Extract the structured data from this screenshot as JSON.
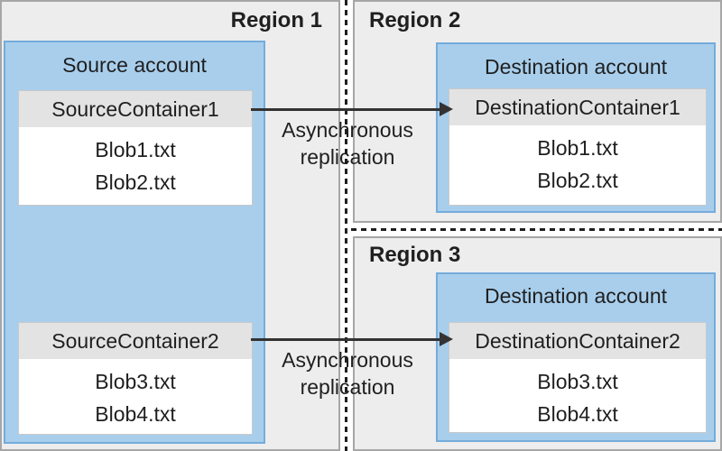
{
  "regions": {
    "region1": {
      "label": "Region 1",
      "account": {
        "title": "Source account",
        "containers": [
          {
            "name": "SourceContainer1",
            "blobs": [
              "Blob1.txt",
              "Blob2.txt"
            ]
          },
          {
            "name": "SourceContainer2",
            "blobs": [
              "Blob3.txt",
              "Blob4.txt"
            ]
          }
        ]
      }
    },
    "region2": {
      "label": "Region 2",
      "account": {
        "title": "Destination account",
        "containers": [
          {
            "name": "DestinationContainer1",
            "blobs": [
              "Blob1.txt",
              "Blob2.txt"
            ]
          }
        ]
      }
    },
    "region3": {
      "label": "Region 3",
      "account": {
        "title": "Destination account",
        "containers": [
          {
            "name": "DestinationContainer2",
            "blobs": [
              "Blob3.txt",
              "Blob4.txt"
            ]
          }
        ]
      }
    }
  },
  "arrows": [
    {
      "label": "Asynchronous replication"
    },
    {
      "label": "Asynchronous replication"
    }
  ],
  "colors": {
    "panel_fill": "#EDEDED",
    "panel_border": "#A6A6A6",
    "account_fill": "#A8CEEC",
    "account_border": "#74ACDB",
    "container_fill": "#FFFFFF",
    "container_border": "#C9C9C9",
    "container_header_fill": "#E3E3E3",
    "text": "#1F1F1F",
    "arrow": "#333333",
    "dash": "#1F1F1F"
  }
}
